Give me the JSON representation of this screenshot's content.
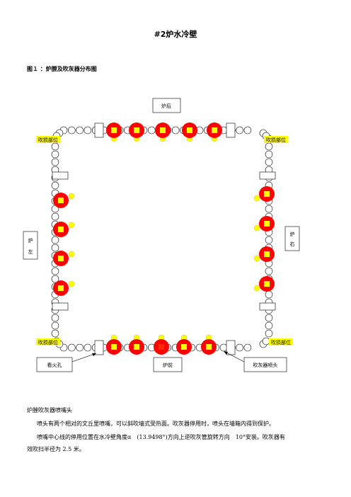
{
  "document": {
    "title": "#2炉水冷壁",
    "figure_caption": "图１ ：炉膛及吹灰器分布图"
  },
  "diagram": {
    "furnace_rear": "炉后",
    "furnace_front": "炉前",
    "furnace_left": [
      "炉",
      "左"
    ],
    "furnace_right": [
      "炉",
      "右"
    ],
    "blow_area_top_left": "吹损部位",
    "blow_area_top_right": "吹损部位",
    "blow_area_bottom_left": "吹损部位",
    "blow_area_bottom_right": "吹损部位",
    "peephole": "看火孔",
    "soot_blower_nozzle": "吹灰器喷头",
    "colors": {
      "blower": "#ff0000",
      "nozzle": "#ffff00",
      "label_yellow": "#ffff00",
      "tube": "#ffffff"
    }
  },
  "body_text": {
    "heading": "炉膛吹灰器喷嘴头",
    "paragraph1": "喷头有两个相对的文丘里喷嘴，可以斜吹墙式受热面。吹灰器停用时，喷头在墙箱内得到保护。",
    "paragraph2_line1": "喷嘴中心线的停用位置在水冷壁角度α　(13.9498°)方向上逆吹灰管旋转方向　10°安装。吹灰器有",
    "paragraph2_line2": "效吹扫半径为 2.5 米。"
  }
}
